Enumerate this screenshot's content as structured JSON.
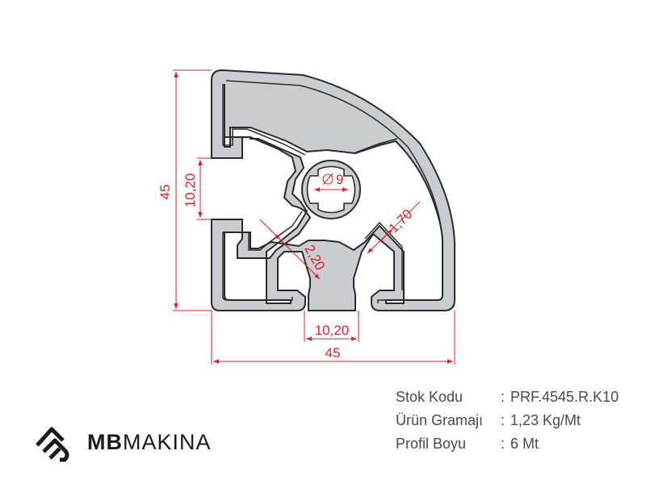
{
  "dimensions": {
    "overall_height": "45",
    "slot_height": "10,20",
    "overall_width": "45",
    "slot_width": "10,20",
    "bore_diameter": "9",
    "wall_thickness_a": "1,70",
    "wall_thickness_b": "2,20"
  },
  "specs": [
    {
      "label": "Stok Kodu",
      "sep": ":",
      "value": "PRF.4545.R.K10"
    },
    {
      "label": "Ürün Gramajı",
      "sep": ":",
      "value": "1,23 Kg/Mt"
    },
    {
      "label": "Profil Boyu",
      "sep": ":",
      "value": "6 Mt"
    }
  ],
  "brand": {
    "name_bold": "MB",
    "name_light": "MAKINA"
  },
  "colors": {
    "dimension": "#d9262c",
    "profile_fill": "#c9ccd1",
    "profile_stroke": "#2a2a2a",
    "text": "#4a4a4a"
  },
  "icons": [
    "diameter-icon",
    "mb-logo-icon"
  ]
}
